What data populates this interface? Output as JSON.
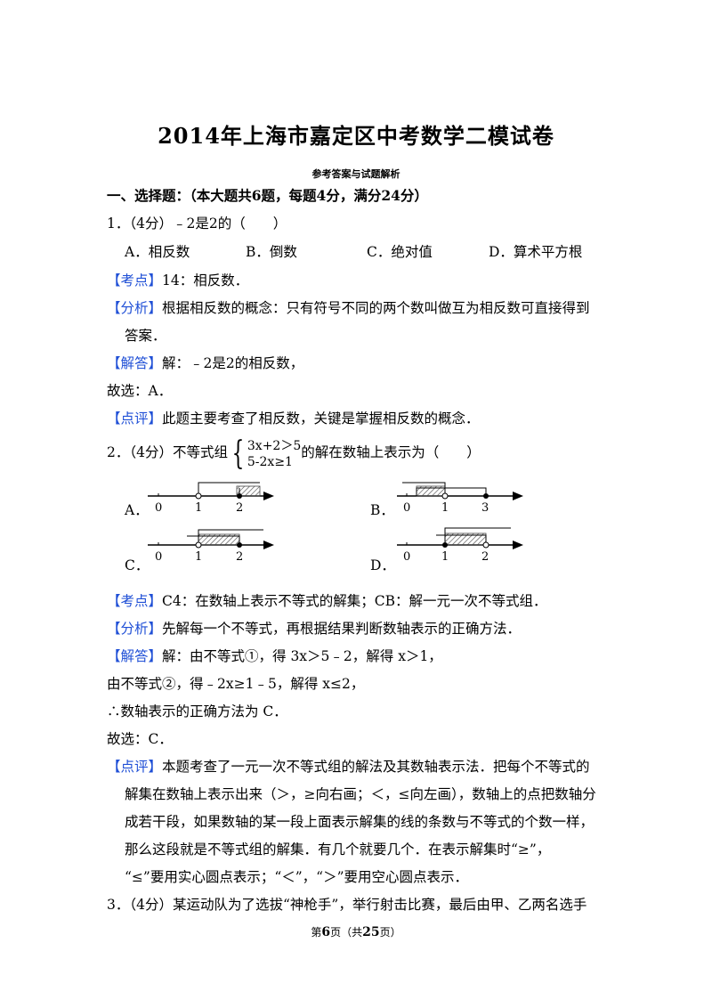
{
  "title": "2014年上海市嘉定区中考数学二模试卷",
  "subtitle": "参考答案与试题解析",
  "section1": "一、选择题：（本大题共6题，每题4分，满分24分）",
  "q1": {
    "stem": "1．（4分）﹣2是2的（　　）",
    "options": [
      "A．相反数",
      "B．倒数",
      "C．绝对值",
      "D．算术平方根"
    ],
    "kaodian_tag": "【考点】",
    "kaodian": "14：相反数．",
    "fenxi_tag": "【分析】",
    "fenxi_1": "根据相反数的概念：只有符号不同的两个数叫做互为相反数可直接得到",
    "fenxi_2": "答案．",
    "jieda_tag": "【解答】",
    "jieda": "解：﹣2是2的相反数，",
    "guxuan": "故选：A．",
    "dianping_tag": "【点评】",
    "dianping": "此题主要考查了相反数，关键是掌握相反数的概念．"
  },
  "q2": {
    "stem_pre": "2．（4分）不等式组",
    "sys_1": "3x+2＞5",
    "sys_2": "5-2x≥1",
    "stem_post": "的解在数轴上表示为（　　）",
    "opt_labels": [
      "A．",
      "B．",
      "C．",
      "D．"
    ],
    "axisA": [
      "0",
      "1",
      "2"
    ],
    "axisB": [
      "0",
      "1",
      "3"
    ],
    "axisC": [
      "0",
      "1",
      "2"
    ],
    "axisD": [
      "0",
      "1",
      "2"
    ],
    "kaodian_tag": "【考点】",
    "kaodian": "C4：在数轴上表示不等式的解集；CB：解一元一次不等式组．",
    "fenxi_tag": "【分析】",
    "fenxi": "先解每一个不等式，再根据结果判断数轴表示的正确方法．",
    "jieda_tag": "【解答】",
    "jieda_1": "解：由不等式①，得 3x＞5﹣2，解得 x＞1，",
    "jieda_2": "由不等式②，得﹣2x≥1﹣5，解得 x≤2，",
    "jieda_3": "∴数轴表示的正确方法为 C．",
    "guxuan": "故选：C．",
    "dianping_tag": "【点评】",
    "dianping_1": "本题考查了一元一次不等式组的解法及其数轴表示法．把每个不等式的",
    "dianping_2": "解集在数轴上表示出来（＞，≥向右画；＜，≤向左画），数轴上的点把数轴分",
    "dianping_3": "成若干段，如果数轴的某一段上面表示解集的线的条数与不等式的个数一样，",
    "dianping_4": "那么这段就是不等式组的解集．有几个就要几个．在表示解集时“≥”，",
    "dianping_5": "“≤”要用实心圆点表示；“＜”，“＞”要用空心圆点表示．"
  },
  "q3": {
    "stem": "3．（4分）某运动队为了选拔“神枪手”，举行射击比赛，最后由甲、乙两名选手"
  },
  "footer": {
    "pre": "第",
    "page": "6",
    "mid": "页（共",
    "total": "25",
    "post": "页）"
  },
  "colors": {
    "tag": "#1f4fd6",
    "text": "#000000"
  }
}
